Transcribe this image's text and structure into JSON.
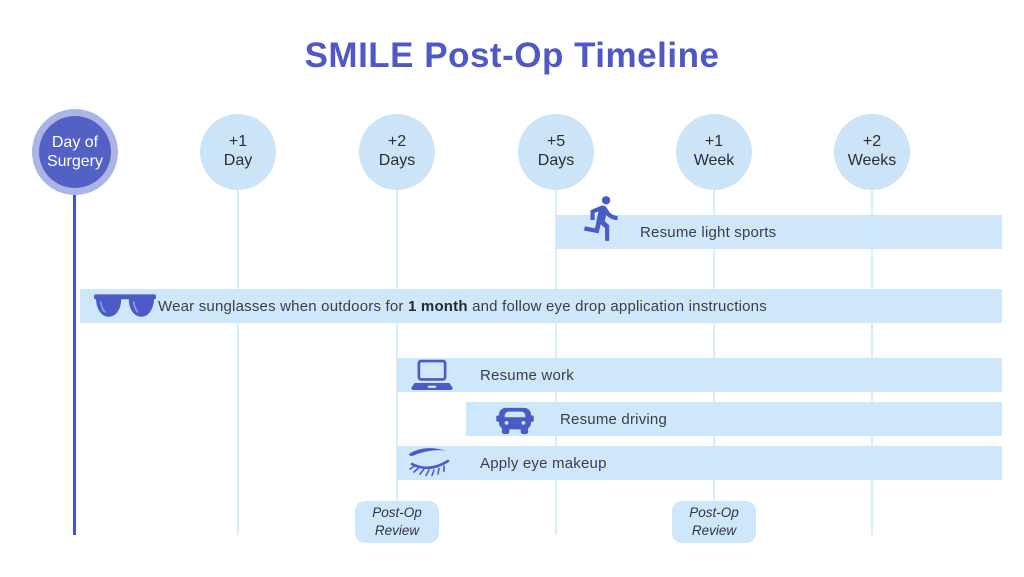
{
  "title": "SMILE Post-Op Timeline",
  "colors": {
    "accent_purple": "#5058c6",
    "icon_blue": "#4a5ac6",
    "primary_circle_fill": "#5361c5",
    "primary_circle_ring": "#abb4e5",
    "primary_line": "#4353cb",
    "light_circle_fill": "#cbe4f7",
    "bar_fill": "#cfe7fa",
    "light_line": "#d9edfb",
    "text_dark": "#3d3d49",
    "text_on_primary": "#ffffff"
  },
  "milestones": [
    {
      "line1": "Day of",
      "line2": "Surgery"
    },
    {
      "line1": "+1",
      "line2": "Day"
    },
    {
      "line1": "+2",
      "line2": "Days"
    },
    {
      "line1": "+5",
      "line2": "Days"
    },
    {
      "line1": "+1",
      "line2": "Week"
    },
    {
      "line1": "+2",
      "line2": "Weeks"
    }
  ],
  "bars": [
    {
      "icon": "runner-icon",
      "label": "Resume light sports"
    },
    {
      "icon": "sunglasses-icon",
      "label_prefix": "Wear sunglasses when outdoors for ",
      "label_bold": "1 month",
      "label_suffix": " and follow eye drop application instructions"
    },
    {
      "icon": "laptop-icon",
      "label": "Resume work"
    },
    {
      "icon": "car-icon",
      "label": "Resume driving"
    },
    {
      "icon": "eyelash-icon",
      "label": "Apply eye makeup"
    }
  ],
  "reviews": [
    {
      "line1": "Post-Op",
      "line2": "Review"
    },
    {
      "line1": "Post-Op",
      "line2": "Review"
    }
  ]
}
